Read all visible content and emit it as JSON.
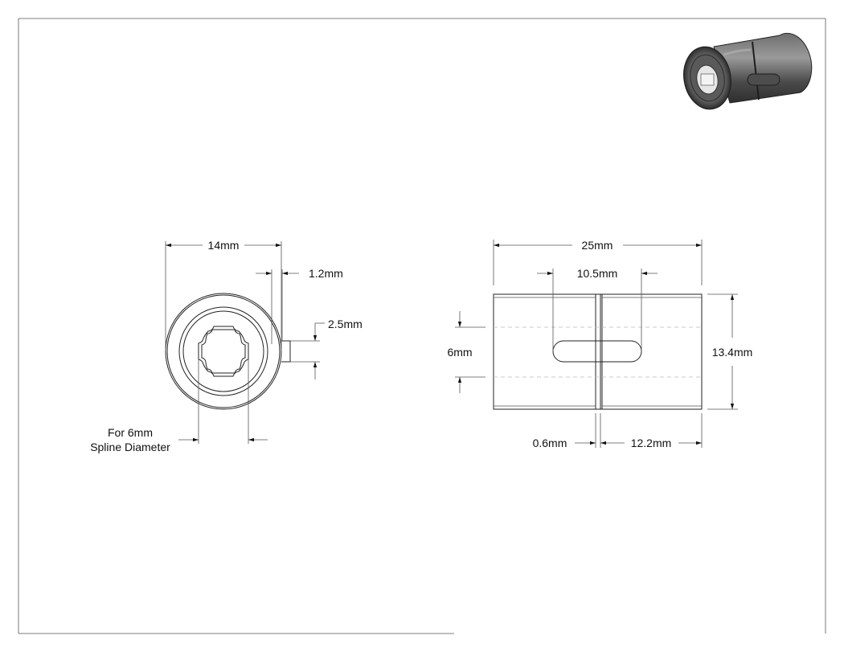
{
  "dimensions": {
    "end_view": {
      "outer_diameter": "14mm",
      "key_width": "1.2mm",
      "key_height": "2.5mm",
      "note_line1": "For 6mm",
      "note_line2": "Spline Diameter"
    },
    "side_view": {
      "length": "25mm",
      "slot_length": "10.5mm",
      "bore": "6mm",
      "height": "13.4mm",
      "gap": "0.6mm",
      "right_section": "12.2mm"
    }
  },
  "colors": {
    "line": "#222222",
    "hidden_line": "#bbbbbb",
    "part_shade_dark": "#3a3a3a",
    "part_shade_light": "#8c8c8c"
  }
}
